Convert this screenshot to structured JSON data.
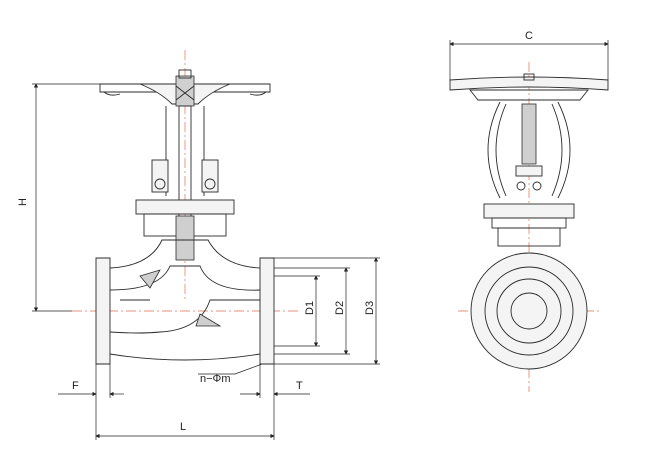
{
  "labels": {
    "C": "C",
    "H": "H",
    "D1": "D1",
    "D2": "D2",
    "D3": "D3",
    "F": "F",
    "T": "T",
    "L": "L",
    "holes": "n−Φm"
  }
}
